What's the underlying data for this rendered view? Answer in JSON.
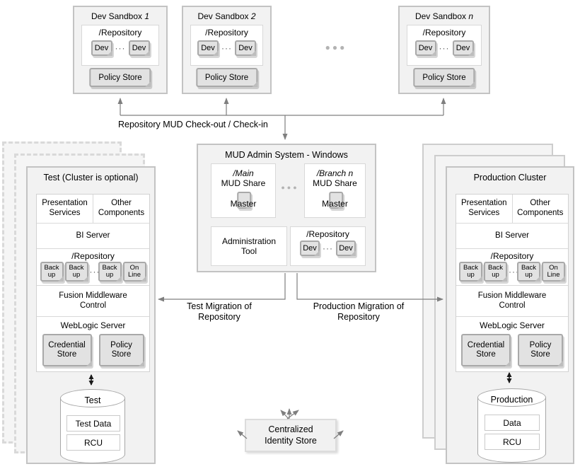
{
  "colors": {
    "panel_fill": "#f2f2f2",
    "panel_border": "#c3c3c3",
    "doc_fill": "#e2e2e2",
    "doc_border": "#a9a9a9",
    "white_box_border": "#d8d8d8",
    "arrow_gray": "#7f7f7f",
    "arrow_black": "#1a1a1a"
  },
  "sandboxes": [
    {
      "name": "Dev Sandbox",
      "suffix": "1",
      "repository": "/Repository",
      "dev_left": "Dev",
      "dev_dots": "···",
      "dev_right": "Dev",
      "policy_store": "Policy Store"
    },
    {
      "name": "Dev Sandbox",
      "suffix": "2",
      "repository": "/Repository",
      "dev_left": "Dev",
      "dev_dots": "···",
      "dev_right": "Dev",
      "policy_store": "Policy Store"
    },
    {
      "name": "Dev Sandbox",
      "suffix": "n",
      "repository": "/Repository",
      "dev_left": "Dev",
      "dev_dots": "···",
      "dev_right": "Dev",
      "policy_store": "Policy Store"
    }
  ],
  "sandbox_ellipsis": "●●●",
  "checkout_label": "Repository MUD Check-out / Check-in",
  "admin": {
    "title": "MUD Admin System - Windows",
    "dots": "●●●",
    "shares": [
      {
        "path": "/Main",
        "share": "MUD Share",
        "master": "Master"
      },
      {
        "path": "/Branch n",
        "share": "MUD Share",
        "master": "Master"
      }
    ],
    "tool": "Administration Tool",
    "repo": {
      "title": "/Repository",
      "dev_left": "Dev",
      "dots": "···",
      "dev_right": "Dev"
    }
  },
  "migration": {
    "test": "Test Migration of Repository",
    "production": "Production Migration of Repository"
  },
  "clusters": {
    "test": {
      "title": "Test (Cluster is optional)",
      "presentation": "Presentation Services",
      "other": "Other Components",
      "bi": "BI Server",
      "repo_title": "/Repository",
      "backup_1": "Back up",
      "backup_2": "Back up",
      "backup_dots": "···",
      "backup_3": "Back up",
      "online": "On Line",
      "fmw": "Fusion Middleware Control",
      "weblogic": "WebLogic Server",
      "credential": "Credential Store",
      "policy": "Policy Store",
      "db_name": "Test",
      "db_item_1": "Test Data",
      "db_item_2": "RCU"
    },
    "production": {
      "title": "Production Cluster",
      "presentation": "Presentation Services",
      "other": "Other Components",
      "bi": "BI Server",
      "repo_title": "/Repository",
      "backup_1": "Back up",
      "backup_2": "Back up",
      "backup_dots": "···",
      "backup_3": "Back up",
      "online": "On Line",
      "fmw": "Fusion Middleware Control",
      "weblogic": "WebLogic Server",
      "credential": "Credential Store",
      "policy": "Policy Store",
      "db_name": "Production",
      "db_item_1": "Data",
      "db_item_2": "RCU"
    }
  },
  "identity_store": {
    "label": "Centralized Identity Store"
  }
}
